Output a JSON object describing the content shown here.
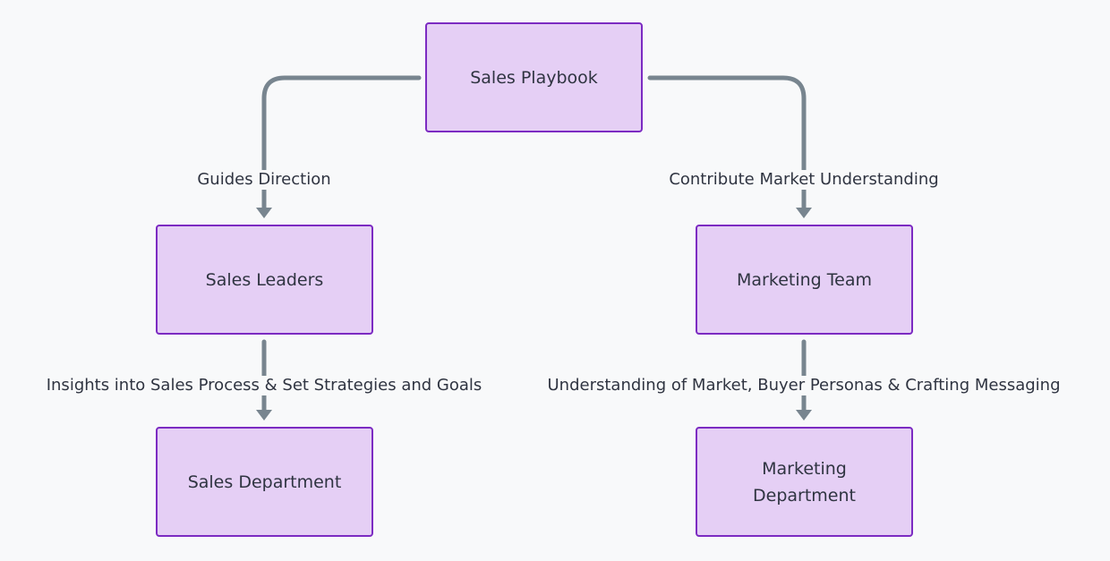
{
  "nodes": {
    "sales_playbook": "Sales Playbook",
    "sales_leaders": "Sales Leaders",
    "marketing_team": "Marketing Team",
    "sales_department": "Sales Department",
    "marketing_department": "Marketing Department"
  },
  "edges": {
    "playbook_to_leaders": "Guides Direction",
    "playbook_to_marketing": "Contribute Market Understanding",
    "leaders_to_sales_dept": "Insights into Sales Process & Set Strategies and Goals",
    "marketing_to_marketing_dept": "Understanding of Market, Buyer Personas & Crafting Messaging"
  },
  "colors": {
    "background": "#f8f9fa",
    "node_fill": "#e5cff5",
    "node_border": "#7c2bc2",
    "connector": "#78858f",
    "text": "#2f3441"
  }
}
